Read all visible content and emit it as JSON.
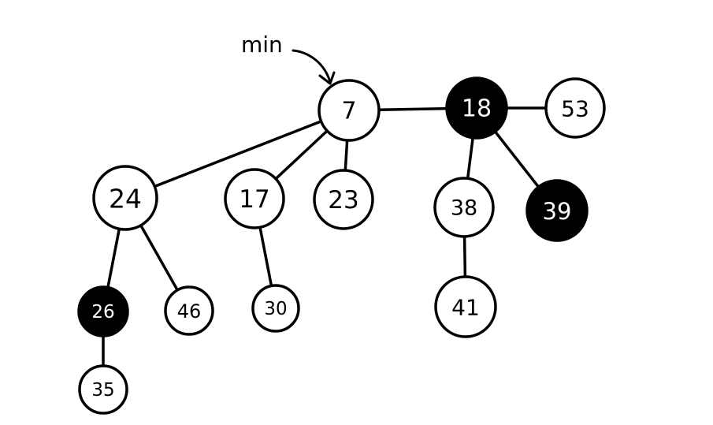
{
  "diagram": {
    "title": "",
    "pointer": {
      "label": "min",
      "target": "7"
    },
    "colors": {
      "black_node": "#000000",
      "white_node": "#ffffff",
      "line": "#000000"
    },
    "nodes": [
      {
        "id": "7",
        "label": "7",
        "marked": false
      },
      {
        "id": "18",
        "label": "18",
        "marked": true
      },
      {
        "id": "53",
        "label": "53",
        "marked": false
      },
      {
        "id": "24",
        "label": "24",
        "marked": false
      },
      {
        "id": "17",
        "label": "17",
        "marked": false
      },
      {
        "id": "23",
        "label": "23",
        "marked": false
      },
      {
        "id": "38",
        "label": "38",
        "marked": false
      },
      {
        "id": "39",
        "label": "39",
        "marked": true
      },
      {
        "id": "26",
        "label": "26",
        "marked": true
      },
      {
        "id": "46",
        "label": "46",
        "marked": false
      },
      {
        "id": "30",
        "label": "30",
        "marked": false
      },
      {
        "id": "41",
        "label": "41",
        "marked": false
      },
      {
        "id": "35",
        "label": "35",
        "marked": false
      }
    ],
    "root_list": [
      "7",
      "18",
      "53"
    ],
    "edges": [
      {
        "from": "7",
        "to": "18"
      },
      {
        "from": "18",
        "to": "53"
      },
      {
        "from": "7",
        "to": "24"
      },
      {
        "from": "7",
        "to": "17"
      },
      {
        "from": "7",
        "to": "23"
      },
      {
        "from": "18",
        "to": "38"
      },
      {
        "from": "18",
        "to": "39"
      },
      {
        "from": "24",
        "to": "26"
      },
      {
        "from": "24",
        "to": "46"
      },
      {
        "from": "17",
        "to": "30"
      },
      {
        "from": "38",
        "to": "41"
      },
      {
        "from": "26",
        "to": "35"
      }
    ]
  }
}
